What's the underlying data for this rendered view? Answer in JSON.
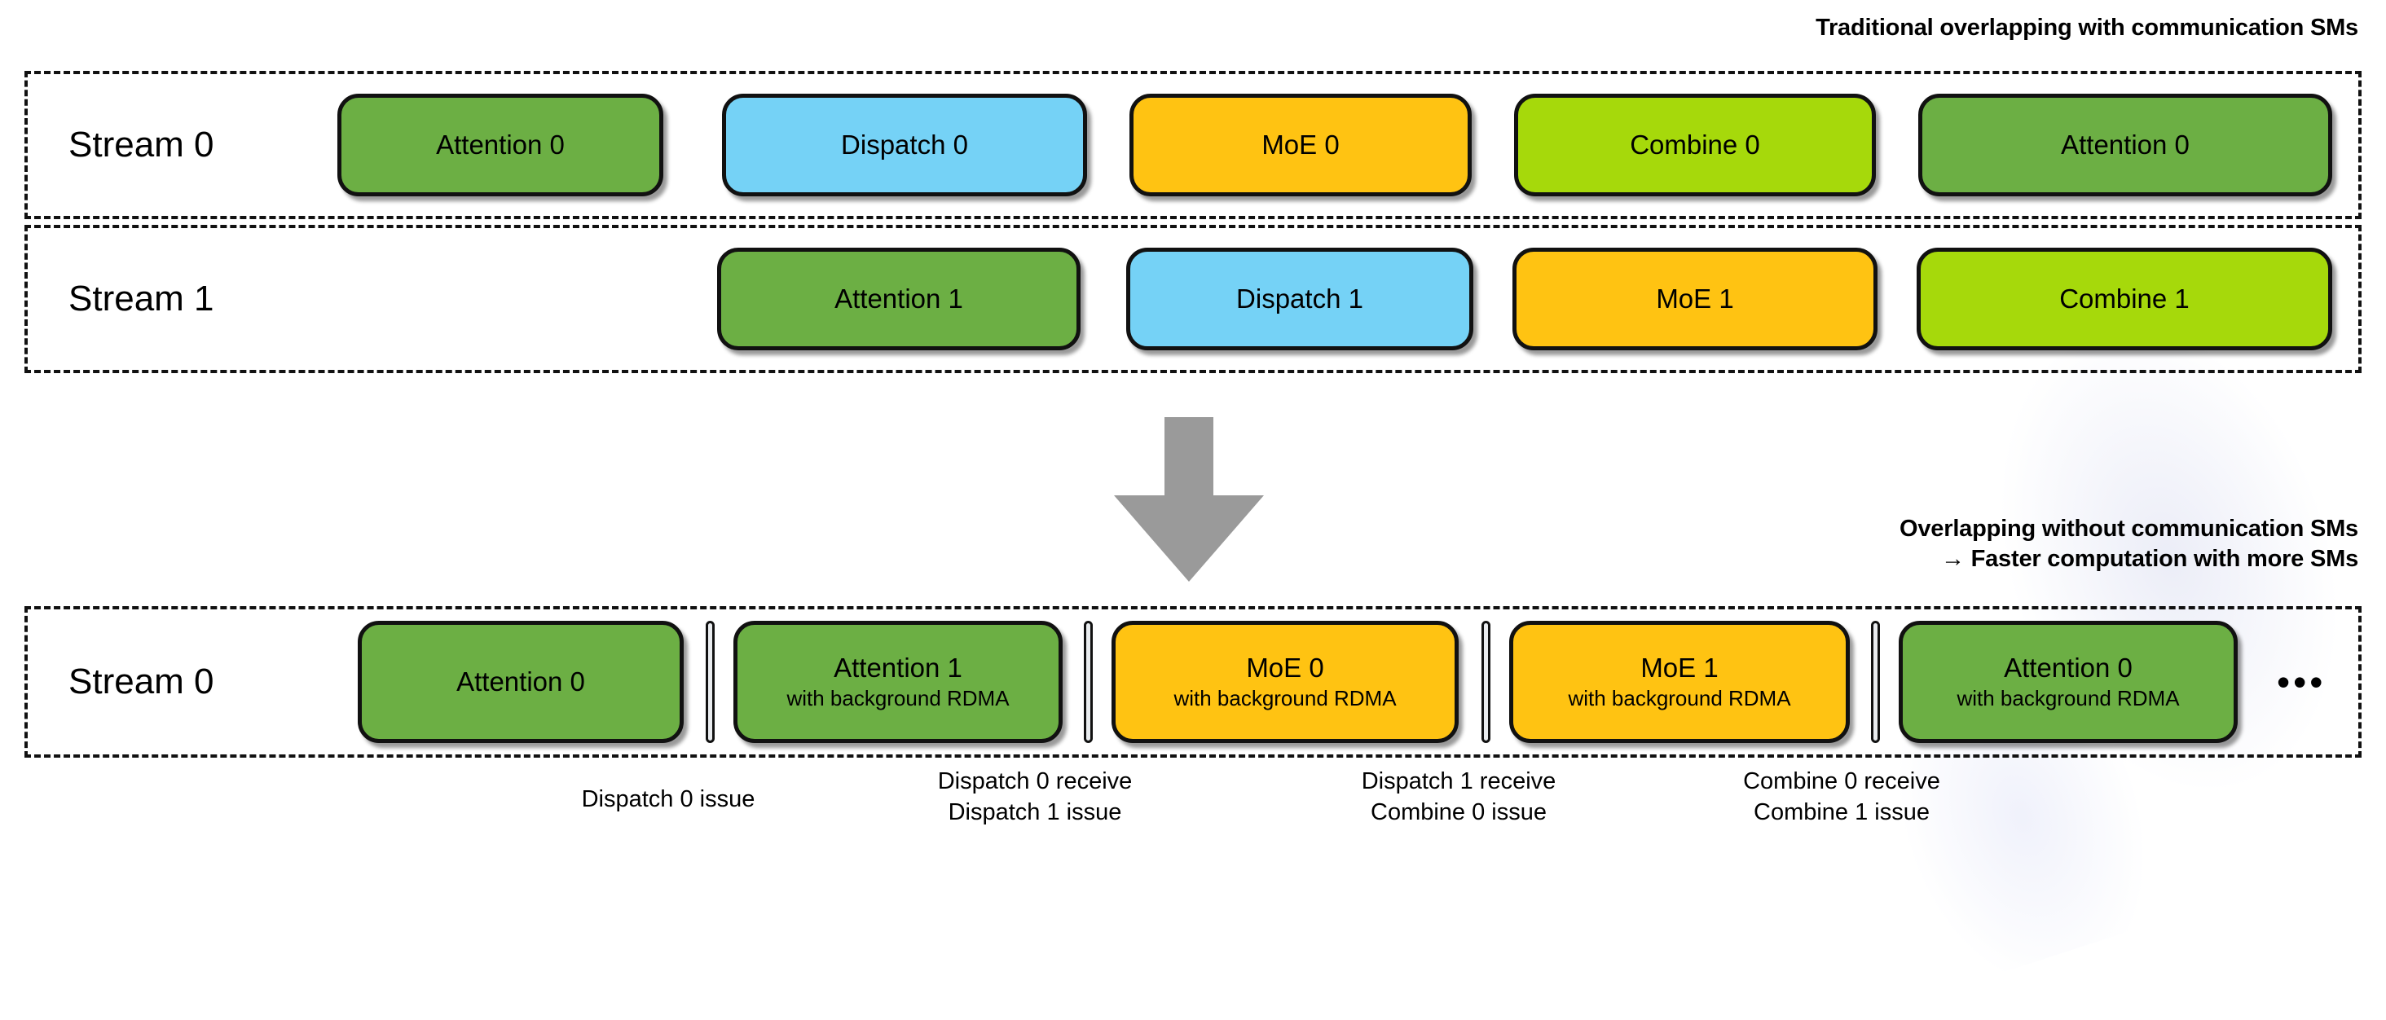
{
  "headings": {
    "top": "Traditional overlapping with communication SMs",
    "bottom": "Overlapping without communication SMs\n→ Faster computation with more SMs"
  },
  "colors": {
    "attention": "#6CAF44",
    "dispatch": "#75D2F6",
    "moe": "#FFC312",
    "combine": "#A6D90B",
    "arrow": "#9A9A9A",
    "border": "#111111",
    "separator": "#e9ecef"
  },
  "lanes": [
    {
      "id": "stream0-top",
      "label": "Stream 0",
      "blocks": [
        {
          "title": "Attention 0",
          "sub": "",
          "kind": "attention"
        },
        {
          "title": "Dispatch 0",
          "sub": "",
          "kind": "dispatch"
        },
        {
          "title": "MoE 0",
          "sub": "",
          "kind": "moe"
        },
        {
          "title": "Combine 0",
          "sub": "",
          "kind": "combine"
        },
        {
          "title": "Attention 0",
          "sub": "",
          "kind": "attention"
        }
      ]
    },
    {
      "id": "stream1",
      "label": "Stream 1",
      "blocks": [
        {
          "title": "Attention 1",
          "sub": "",
          "kind": "attention"
        },
        {
          "title": "Dispatch 1",
          "sub": "",
          "kind": "dispatch"
        },
        {
          "title": "MoE 1",
          "sub": "",
          "kind": "moe"
        },
        {
          "title": "Combine 1",
          "sub": "",
          "kind": "combine"
        }
      ]
    },
    {
      "id": "stream0-bottom",
      "label": "Stream 0",
      "ellipsis": "•••",
      "blocks": [
        {
          "title": "Attention 0",
          "sub": "",
          "kind": "attention"
        },
        {
          "title": "Attention 1",
          "sub": "with background RDMA",
          "kind": "attention"
        },
        {
          "title": "MoE 0",
          "sub": "with background RDMA",
          "kind": "moe"
        },
        {
          "title": "MoE 1",
          "sub": "with background RDMA",
          "kind": "moe"
        },
        {
          "title": "Attention 0",
          "sub": "with background RDMA",
          "kind": "attention"
        }
      ]
    }
  ],
  "captions": [
    {
      "text": "Dispatch 0 issue"
    },
    {
      "text": "Dispatch 0 receive\nDispatch 1 issue"
    },
    {
      "text": "Dispatch 1 receive\nCombine 0 issue"
    },
    {
      "text": "Combine 0 receive\nCombine 1 issue"
    }
  ]
}
